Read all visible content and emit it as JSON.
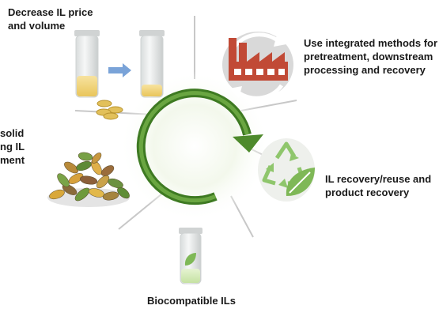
{
  "labels": {
    "top_left": [
      "Decrease IL price",
      "and volume"
    ],
    "top_right": [
      "Use integrated methods for",
      "pretreatment, downstream",
      "processing and recovery"
    ],
    "right": [
      "IL recovery/reuse and",
      "product recovery"
    ],
    "bottom": [
      "Biocompatible ILs"
    ],
    "left": [
      "solid",
      "ng IL",
      "ment"
    ]
  },
  "icons": {
    "price_volume": "vials-with-arrow-and-coins-icon",
    "factory": "factory-with-recycle-arrows-icon",
    "recycle": "recycle-leaf-icon",
    "biocompatible": "vial-with-leaf-icon",
    "biomass": "leaf-pile-icon",
    "cycle": "circular-arrow-icon"
  },
  "colors": {
    "cycle_green": "#4e8a2c",
    "recycle_green": "#8fc66c",
    "factory_red": "#c14a36",
    "liquid_yellow": "#f2d479",
    "arrow_blue": "#7aa3d8"
  }
}
